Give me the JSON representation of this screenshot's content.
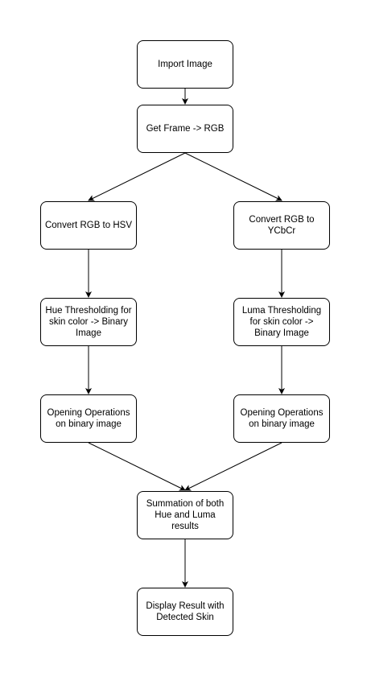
{
  "nodes": {
    "import_image": "Import Image",
    "get_frame": "Get Frame -> RGB",
    "convert_hsv": "Convert RGB to HSV",
    "convert_ycbcr": "Convert RGB to\nYCbCr",
    "hue_threshold": "Hue Thresholding for\nskin color -> Binary\nImage",
    "luma_threshold": "Luma Thresholding\nfor skin color ->\nBinary Image",
    "opening_left": "Opening Operations\non binary image",
    "opening_right": "Opening Operations\non binary image",
    "summation": "Summation of both\nHue and Luma results",
    "display_result": "Display Result with\nDetected Skin"
  },
  "edges": [
    {
      "from": "import_image",
      "to": "get_frame"
    },
    {
      "from": "get_frame",
      "to": "convert_hsv"
    },
    {
      "from": "get_frame",
      "to": "convert_ycbcr"
    },
    {
      "from": "convert_hsv",
      "to": "hue_threshold"
    },
    {
      "from": "convert_ycbcr",
      "to": "luma_threshold"
    },
    {
      "from": "hue_threshold",
      "to": "opening_left"
    },
    {
      "from": "luma_threshold",
      "to": "opening_right"
    },
    {
      "from": "opening_left",
      "to": "summation"
    },
    {
      "from": "opening_right",
      "to": "summation"
    },
    {
      "from": "summation",
      "to": "display_result"
    }
  ],
  "colors": {
    "stroke": "#000000",
    "fill": "#ffffff",
    "text": "#000000"
  }
}
